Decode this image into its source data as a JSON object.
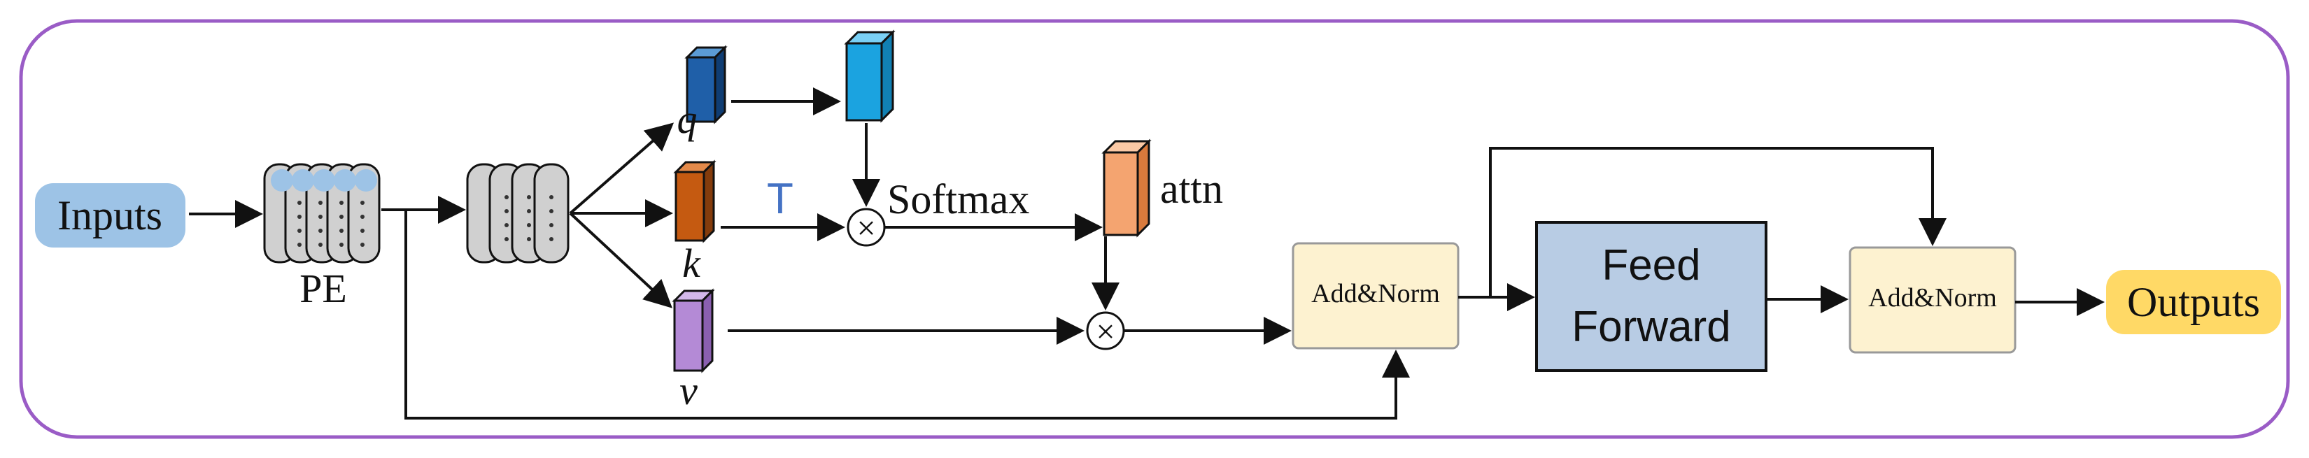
{
  "labels": {
    "inputs": "Inputs",
    "pe": "PE",
    "q": "q",
    "k": "k",
    "v": "v",
    "transpose": "T",
    "softmax": "Softmax",
    "attn": "attn",
    "add_norm_1": "Add&Norm",
    "feed_forward_line1": "Feed",
    "feed_forward_line2": "Forward",
    "add_norm_2": "Add&Norm",
    "outputs": "Outputs",
    "multiply_symbol": "×"
  },
  "colors": {
    "frame": "#9a5cc6",
    "inputs_pill": "#9dc3e6",
    "outputs_pill": "#ffd966",
    "q_block": "#1f5fa8",
    "q_result_block": "#1ba3e0",
    "k_block": "#c55a11",
    "v_block": "#b48ad6",
    "attn_block": "#f4a470",
    "add_norm_fill": "#fdf2d0",
    "feed_forward_fill": "#b8cce4",
    "transpose_text": "#4472c4",
    "embedding_fill": "#d0d0d0"
  }
}
